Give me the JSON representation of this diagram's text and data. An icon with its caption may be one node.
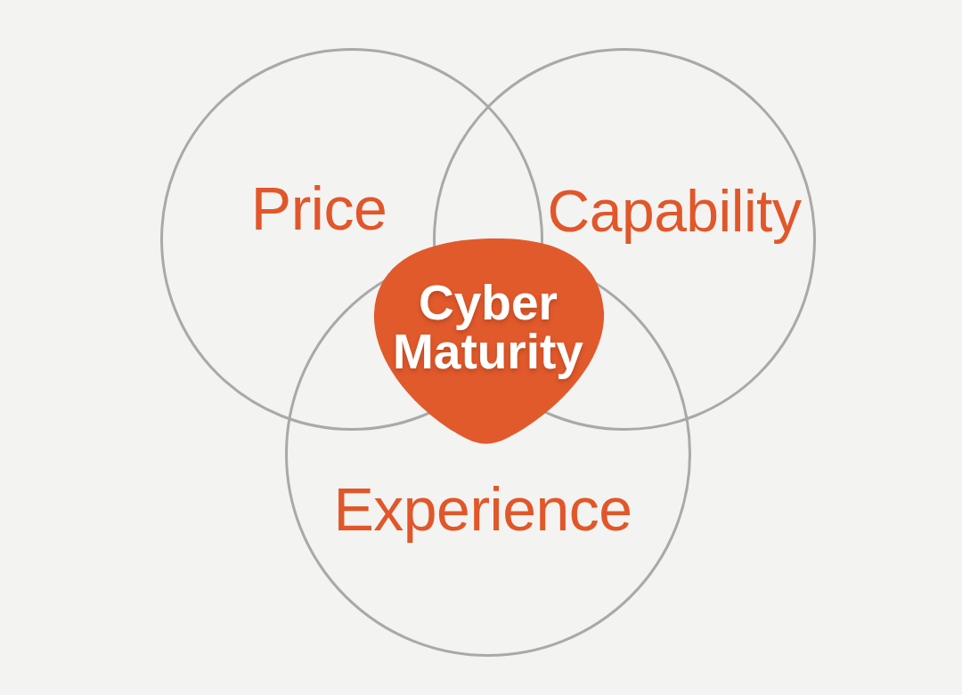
{
  "diagram": {
    "nodes": [
      {
        "text": [
          "Price"
        ]
      },
      {
        "text": [
          "Capability"
        ]
      },
      {
        "text": [
          "Experience"
        ]
      },
      {
        "text": [
          "Cyber Maturity"
        ]
      }
    ]
  }
}
